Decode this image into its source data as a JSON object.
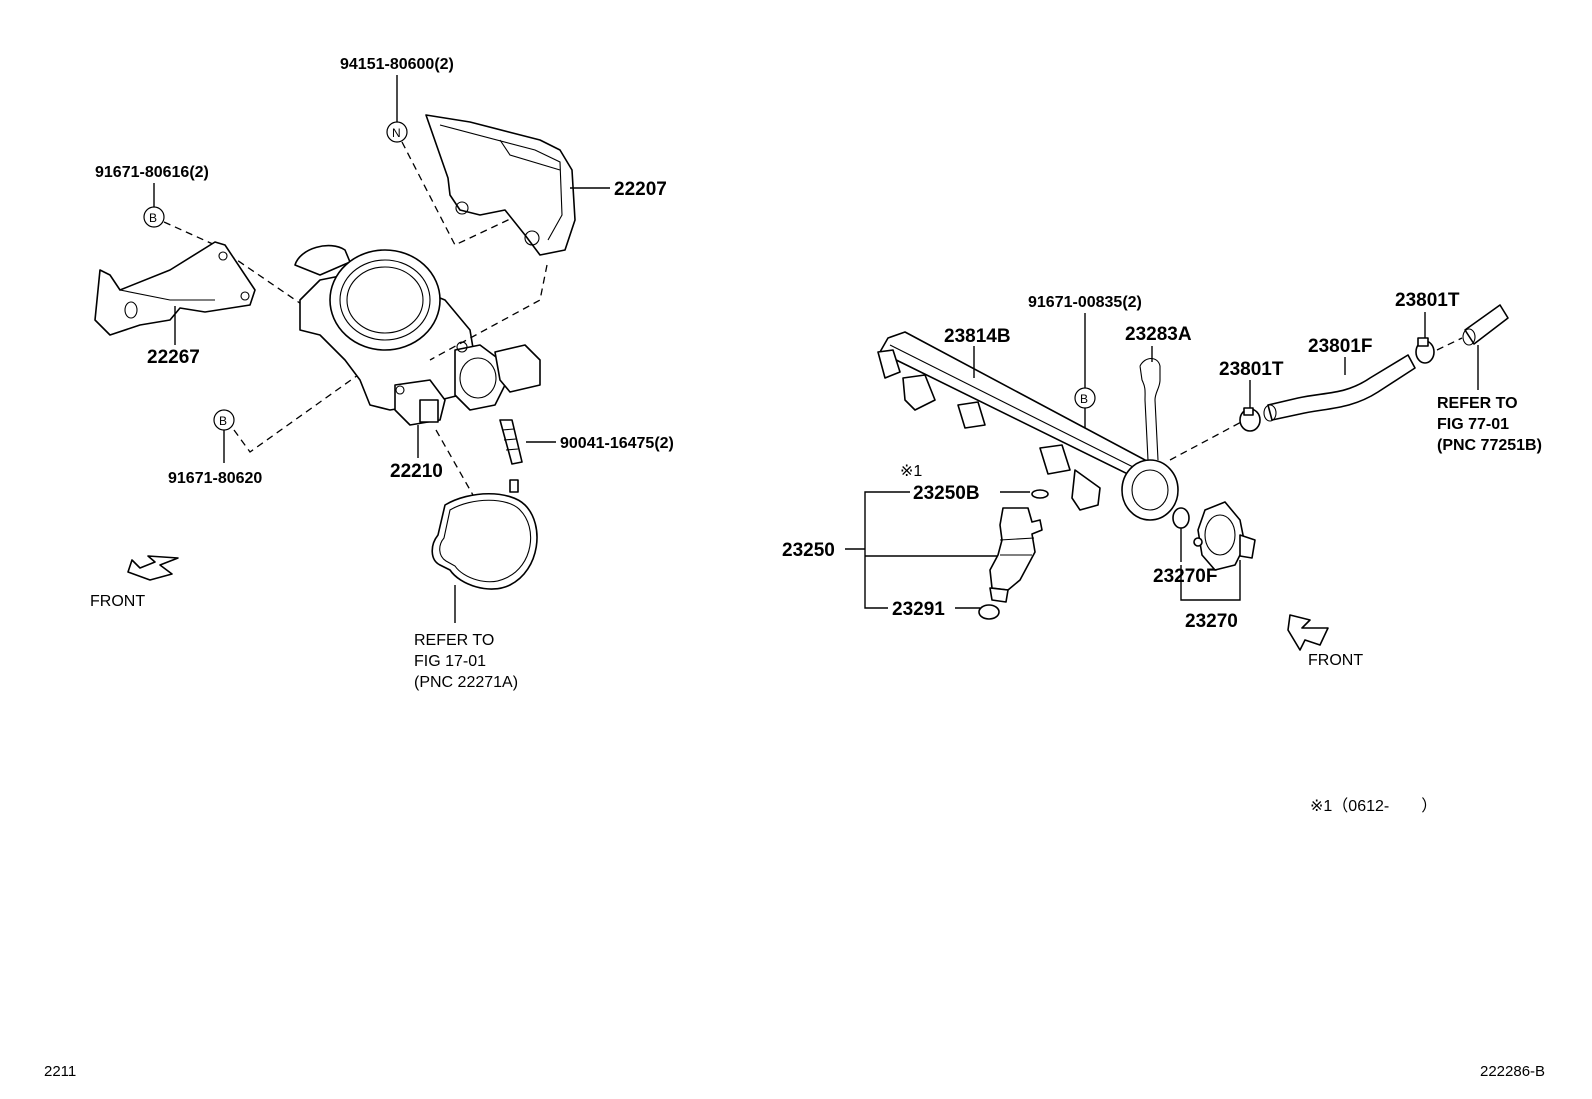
{
  "labels": {
    "p94151": "94151-80600(2)",
    "p22207": "22207",
    "p91671_80616": "91671-80616(2)",
    "p22267": "22267",
    "p91671_80620": "91671-80620",
    "p22210": "22210",
    "p90041": "90041-16475(2)",
    "refer1_l1": "REFER TO",
    "refer1_l2": "FIG 17-01",
    "refer1_l3": "(PNC 22271A)",
    "front1": "FRONT",
    "p91671_00835": "91671-00835(2)",
    "p23814B": "23814B",
    "p23283A": "23283A",
    "p23801T_a": "23801T",
    "p23801F": "23801F",
    "p23801T_b": "23801T",
    "refer2_l1": "REFER TO",
    "refer2_l2": "FIG 77-01",
    "refer2_l3": "(PNC 77251B)",
    "star1": "※1",
    "p23250B": "23250B",
    "p23250": "23250",
    "p23291": "23291",
    "p23270F": "23270F",
    "p23270": "23270",
    "front2": "FRONT",
    "footnote": "※1（0612-　　）"
  },
  "markers": {
    "n": "N",
    "b": "B"
  },
  "footer": {
    "left": "2211",
    "right": "222286-B"
  }
}
